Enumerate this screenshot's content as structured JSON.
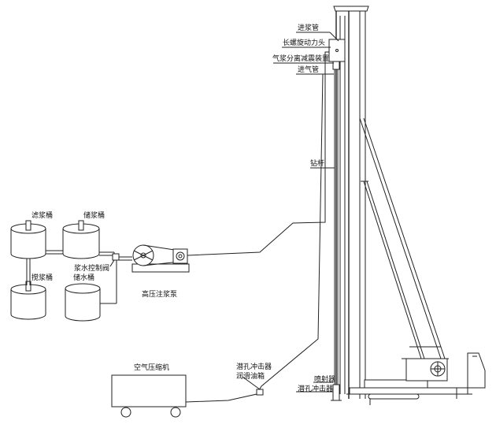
{
  "labels": {
    "grout_inlet_pipe": "进浆管",
    "long_spiral_power_head": "长螺旋动力头",
    "air_slurry_separator": "气浆分离减震装置",
    "air_inlet_pipe": "进气管",
    "drill_rod": "钻杆",
    "filter_tank": "滤浆桶",
    "storage_tank": "储浆桶",
    "mixing_tank": "搅浆桶",
    "water_tank": "储水桶",
    "slurry_valve": "浆水控制阀",
    "high_pressure_pump": "高压注浆泵",
    "air_compressor": "空气压缩机",
    "dth_hammer_oiler_a": "潜孔冲击器",
    "dth_hammer_oiler_b": "润滑油箱",
    "nozzle": "喷射器",
    "dth_hammer": "潜孔冲击器"
  },
  "colors": {
    "line": "#222222",
    "background": "#ffffff"
  }
}
